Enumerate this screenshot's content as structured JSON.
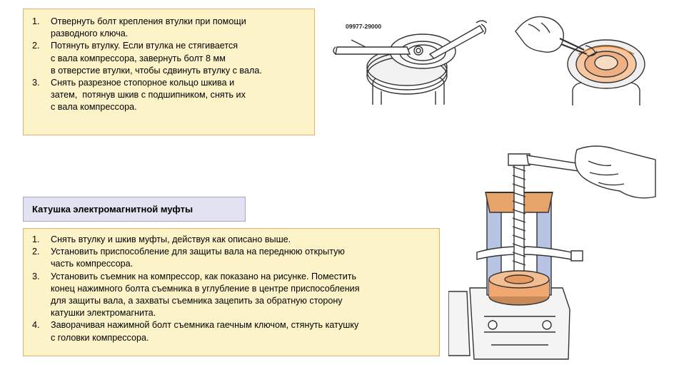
{
  "steps_top": [
    {
      "num": "1.",
      "text": "Отвернуть болт крепления втулки при помощи\nразводного ключа."
    },
    {
      "num": "2.",
      "text": "Потянуть втулку. Если втулка не стягивается\nс вала компрессора, завернуть болт 8 мм\nв отверстие втулки, чтобы сдвинуть втулку с вала."
    },
    {
      "num": "3.",
      "text": "Снять разрезное стопорное кольцо шкива и\nзатем,  потянув шкив с подшипником, снять их\nс вала компрессора."
    }
  ],
  "section_title": "Катушка электромагнитной муфты",
  "steps_bottom": [
    {
      "num": "1.",
      "text": "Снять втулку и шкив муфты, действуя как описано выше."
    },
    {
      "num": "2.",
      "text": "Установить приспособление для защиты вала на переднюю открытую\nчасть компрессора."
    },
    {
      "num": "3.",
      "text": "Установить съемник на компрессор, как показано на рисунке. Поместить\nконец нажимного болта съемника в углубление в центре приспособления\nдля защиты вала, а захваты съемника зацепить за обратную сторону\nкатушки электромагнита."
    },
    {
      "num": "4.",
      "text": "Заворачивая нажимной болт съемника гаечным ключом, стянуть катушку\nс головки компрессора."
    }
  ],
  "figure_wrench": {
    "tool_code": "09977-29000"
  },
  "colors": {
    "box_fill": "#fdf3c9",
    "box_border": "#e2b16b",
    "header_fill": "#e2e2f2",
    "header_border": "#a6a6cc",
    "puller_plate": "#e6a46a",
    "puller_body": "#b7c4e4",
    "coil": "#f0a870"
  }
}
